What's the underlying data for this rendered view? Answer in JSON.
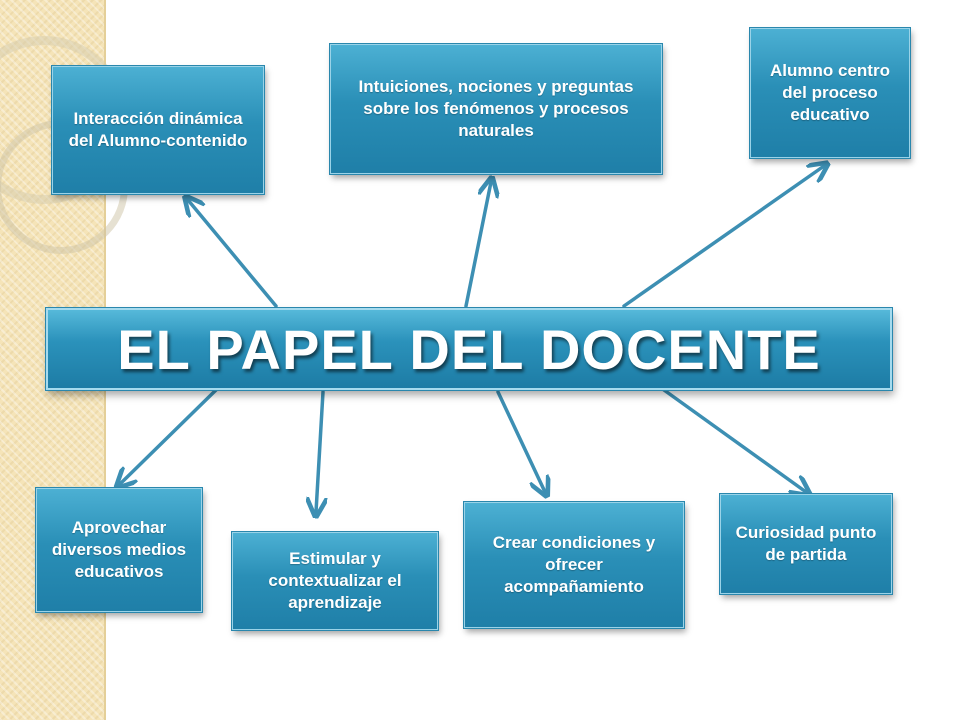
{
  "title": "EL PAPEL DEL DOCENTE",
  "top_nodes": {
    "interaccion": "Interacción dinámica del Alumno-contenido",
    "intuiciones": "Intuiciones, nociones y preguntas sobre los fenómenos y procesos naturales",
    "alumno": "Alumno centro del proceso educativo"
  },
  "bottom_nodes": {
    "aprovechar": "Aprovechar diversos medios educativos",
    "estimular": "Estimular y contextualizar el aprendizaje",
    "crear": "Crear condiciones y ofrecer acompañamiento",
    "curiosidad": "Curiosidad punto de partida"
  },
  "colors": {
    "box_fill": "#2a8fb7",
    "box_border": "#9ad3e8",
    "arrow": "#3d8fb3",
    "side_panel": "#f5e4b8"
  }
}
